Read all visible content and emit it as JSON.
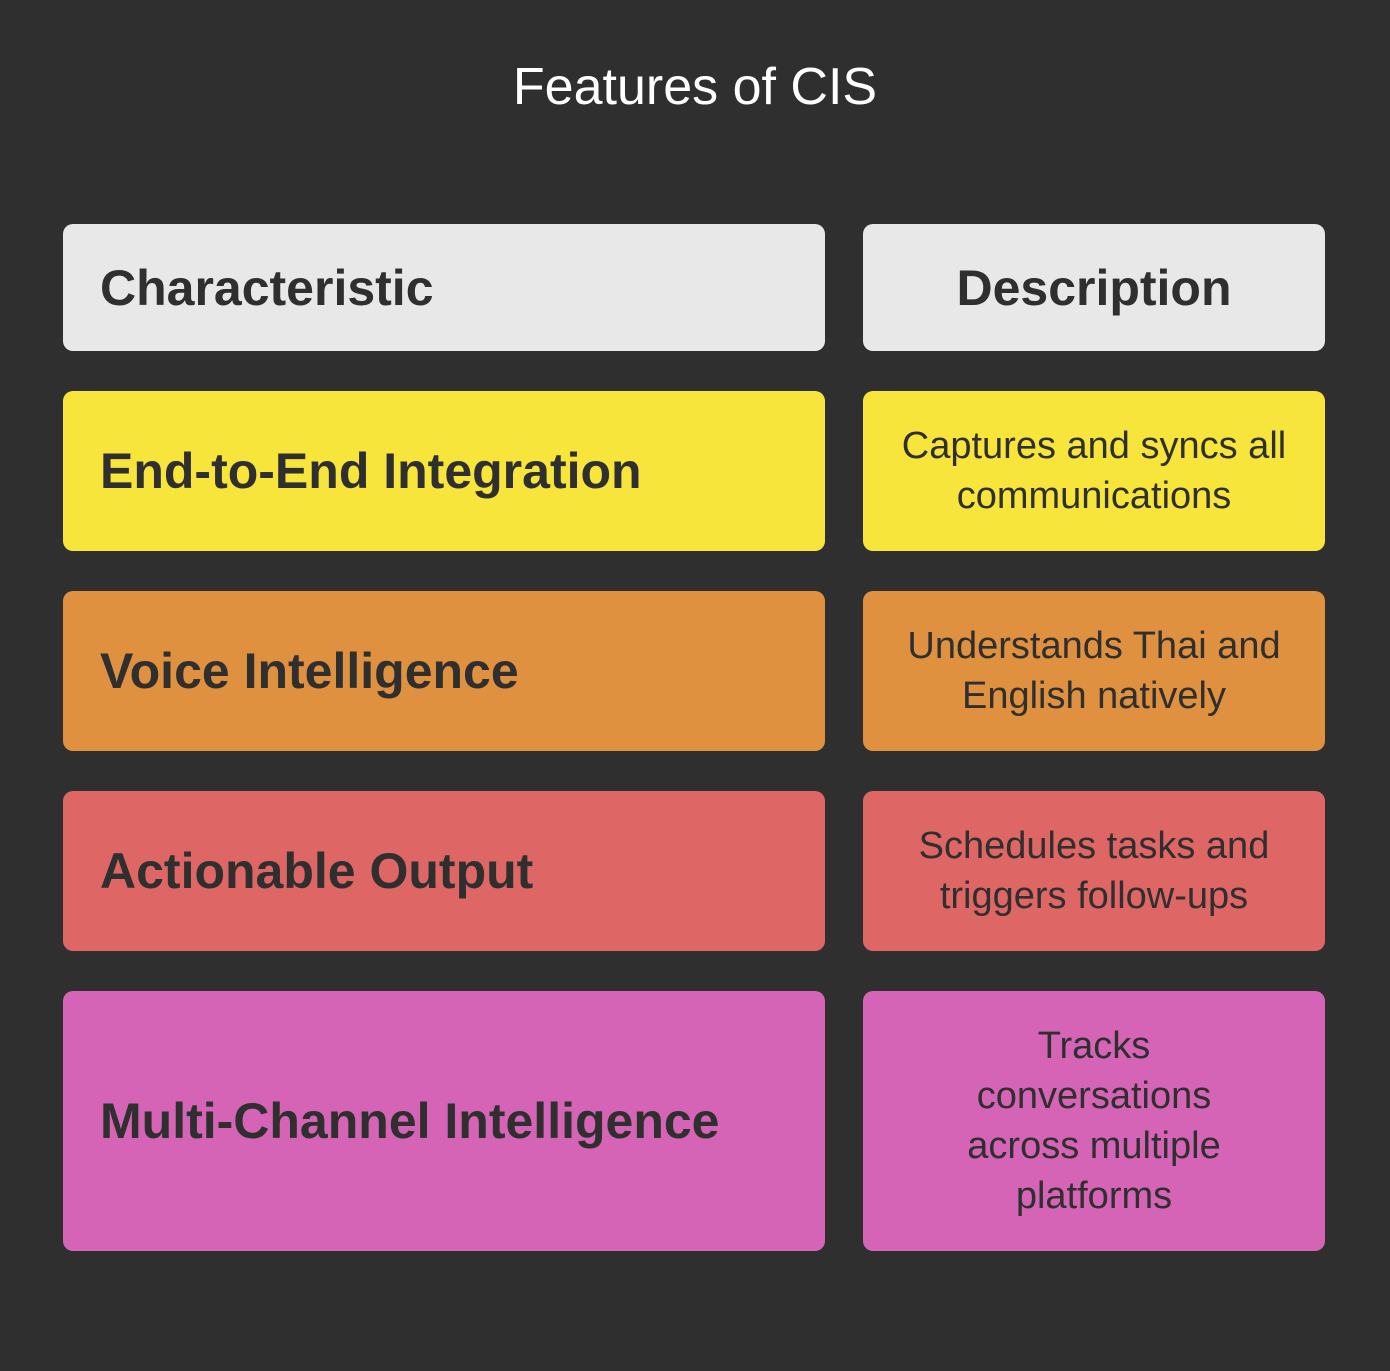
{
  "title": "Features of CIS",
  "header": {
    "characteristic": "Characteristic",
    "description": "Description",
    "color": "#e8e8e8"
  },
  "rows": [
    {
      "characteristic": "End-to-End Integration",
      "description": "Captures and syncs all communications",
      "color": "#f8e53b"
    },
    {
      "characteristic": "Voice Intelligence",
      "description": "Understands Thai and English natively",
      "color": "#df913f"
    },
    {
      "characteristic": "Actionable Output",
      "description": "Schedules tasks and triggers follow-ups",
      "color": "#de6664"
    },
    {
      "characteristic": "Multi-Channel Intelligence",
      "description": "Tracks conversations across multiple platforms",
      "color": "#d564b6"
    }
  ]
}
